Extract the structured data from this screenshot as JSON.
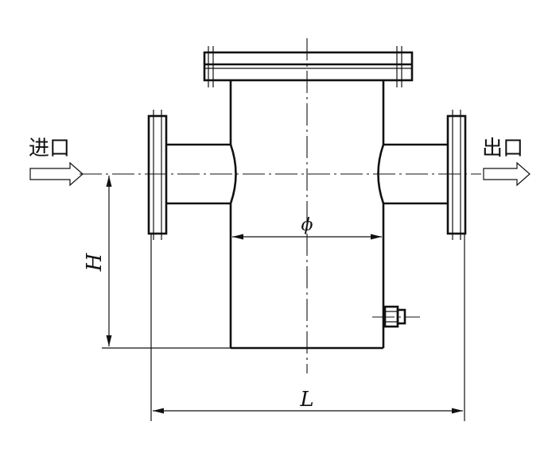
{
  "labels": {
    "inlet": "进口",
    "outlet": "出口",
    "diameter": "ϕ",
    "height": "H",
    "length": "L"
  },
  "colors": {
    "line": "#111111",
    "background": "#ffffff"
  }
}
